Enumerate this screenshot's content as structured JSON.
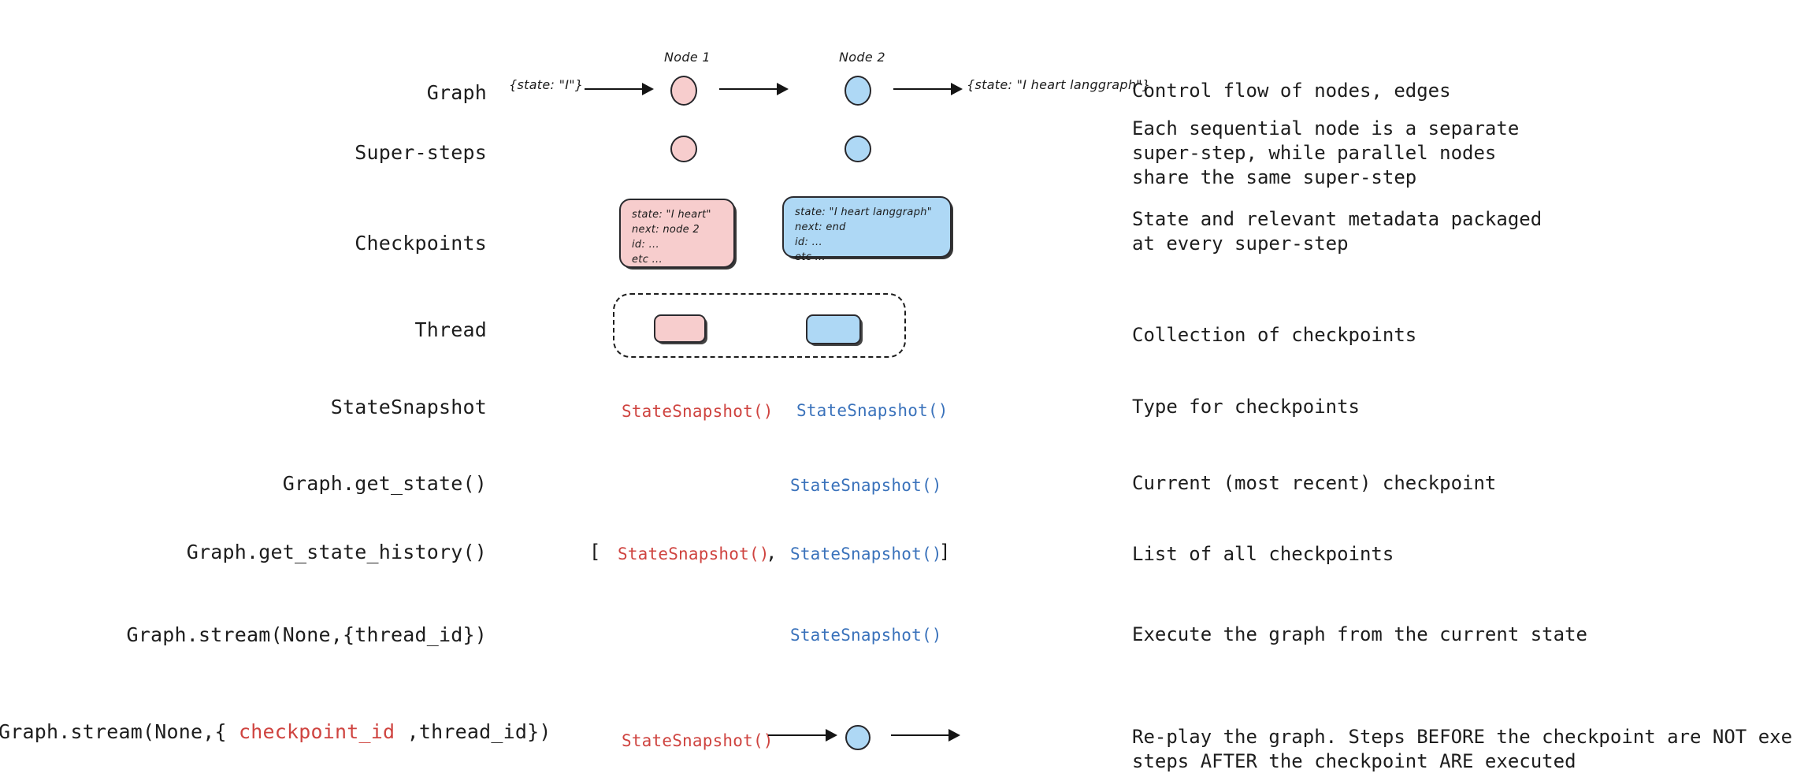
{
  "rows": [
    {
      "label": "Graph",
      "description": "Control flow of nodes, edges"
    },
    {
      "label": "Super-steps",
      "description": "Each sequential node is a separate\nsuper-step, while parallel nodes\nshare the same super-step"
    },
    {
      "label": "Checkpoints",
      "description": "State and relevant metadata packaged\nat every super-step"
    },
    {
      "label": "Thread",
      "description": "Collection of checkpoints"
    },
    {
      "label": "StateSnapshot",
      "description": "Type for checkpoints"
    },
    {
      "label": "Graph.get_state()",
      "description": "Current (most recent) checkpoint"
    },
    {
      "label": "Graph.get_state_history()",
      "description": "List of all checkpoints"
    },
    {
      "label": "Graph.stream(None,{thread_id})",
      "description": "Execute the graph from the current state"
    },
    {
      "label_parts": {
        "pre": "Graph.stream(None,{ ",
        "highlight": "checkpoint_id",
        "post": " ,thread_id})"
      },
      "description": "Re-play the graph. Steps BEFORE the checkpoint are NOT executed,\nsteps AFTER the checkpoint ARE executed"
    }
  ],
  "graph_row": {
    "input_state": "{state: \"I\"}",
    "output_state": "{state: \"I heart langgraph\"}",
    "node1_label": "Node 1",
    "node2_label": "Node 2"
  },
  "checkpoints": {
    "pink_card": {
      "line1": "state: \"I heart\"",
      "line2": "next: node 2",
      "line3": "id: ...",
      "line4": "etc ..."
    },
    "blue_card": {
      "line1": "state: \"I heart langgraph\"",
      "line2": "next: end",
      "line3": "id: ...",
      "line4": "etc ..."
    }
  },
  "snapshot": {
    "call": "StateSnapshot()",
    "open_bracket": "[",
    "comma": ",",
    "close_bracket": "]"
  },
  "colors": {
    "pink_fill": "#f7cdcd",
    "blue_fill": "#aed8f5",
    "red_text": "#cf4440",
    "blue_text": "#3a72bb",
    "stroke": "#27272b",
    "background": "#ffffff"
  }
}
